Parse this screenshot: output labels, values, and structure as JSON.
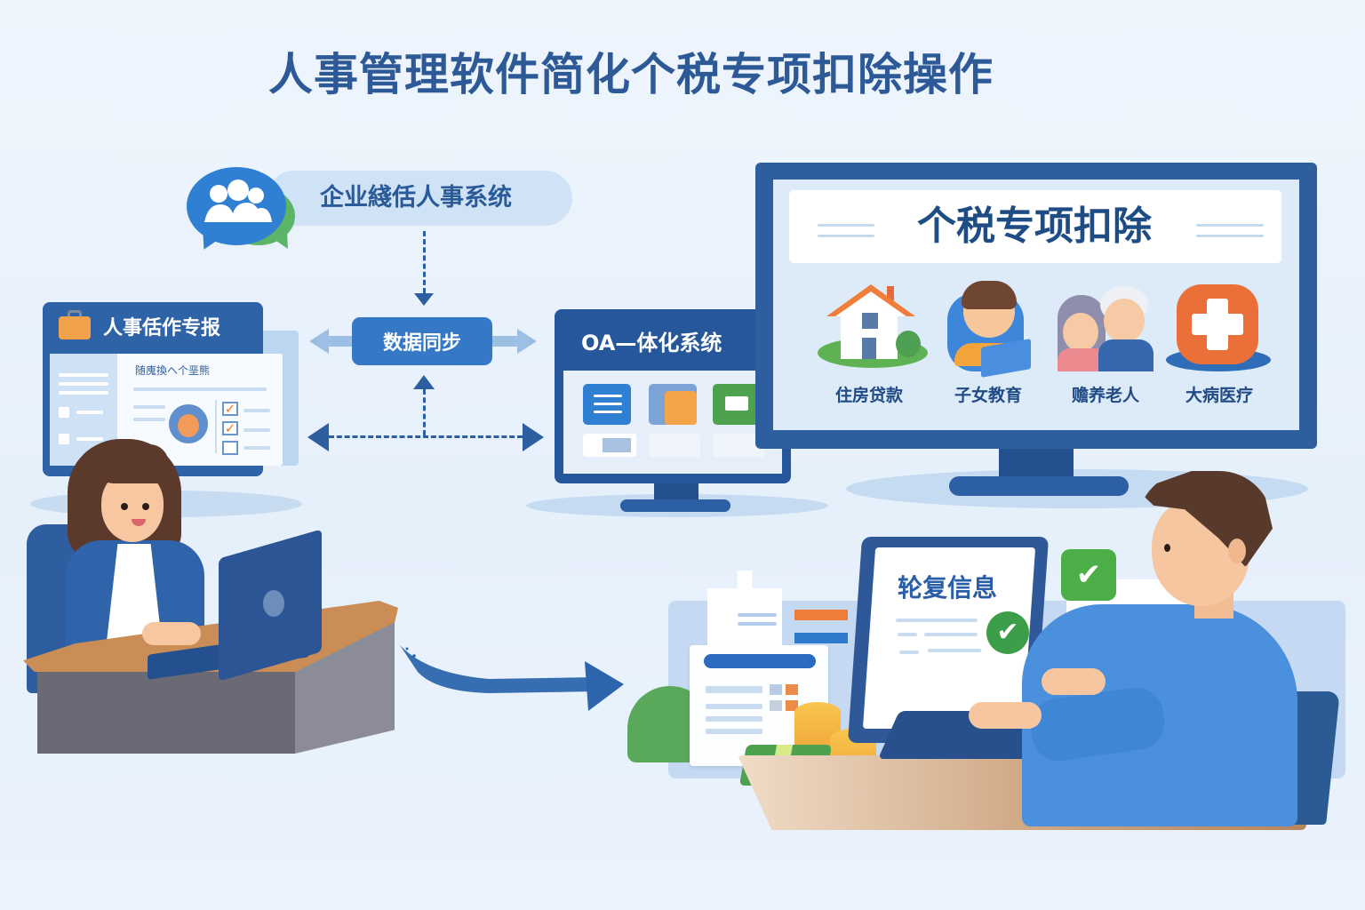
{
  "title": "人事管理软件简化个税专项扣除操作",
  "hr_system_bubble": {
    "label": "企业綫佸人事系统",
    "icon": "people-chat-icon"
  },
  "hr_window": {
    "header": "人事佸作专报",
    "doc_title": "随廆換へ个垩熊",
    "icon": "briefcase-icon",
    "checkboxes": [
      true,
      true,
      false
    ]
  },
  "sync_box": {
    "label": "数据同步"
  },
  "oa_monitor": {
    "header": "OA—体化系统",
    "tiles": [
      {
        "icon": "list-icon",
        "color": "#2f7fd3"
      },
      {
        "icon": "document-icon",
        "color": "#f3a348"
      },
      {
        "icon": "message-icon",
        "color": "#4ea24f"
      }
    ]
  },
  "deduction_monitor": {
    "title": "个税专项扣除",
    "items": [
      {
        "label": "住房贷款",
        "icon": "house-icon"
      },
      {
        "label": "子女教育",
        "icon": "child-education-icon"
      },
      {
        "label": "赡养老人",
        "icon": "elderly-care-icon"
      },
      {
        "label": "大病医疗",
        "icon": "medical-cross-icon"
      }
    ]
  },
  "employee_laptop": {
    "screen_text": "轮复信息",
    "check_mark": "✔"
  },
  "floating_check": "✔",
  "colors": {
    "primary": "#2f5e9f",
    "accent_blue": "#3578c6",
    "accent_orange": "#ee7d38",
    "accent_green": "#4bae46",
    "background": "#eaf3fd"
  }
}
